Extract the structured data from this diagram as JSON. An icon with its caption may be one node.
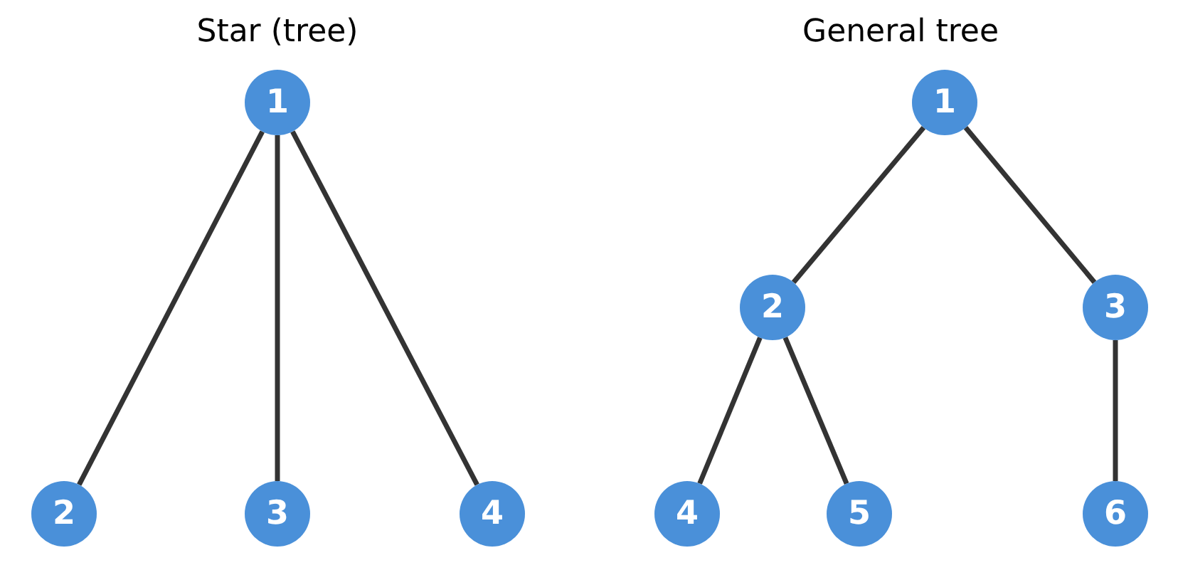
{
  "diagram": {
    "nodes": [
      {
        "text": [
          "1"
        ]
      },
      {
        "text": [
          "2"
        ]
      },
      {
        "text": [
          "3"
        ]
      },
      {
        "text": [
          "4"
        ]
      },
      {
        "text": [
          "1"
        ]
      },
      {
        "text": [
          "2"
        ]
      },
      {
        "text": [
          "3"
        ]
      },
      {
        "text": [
          "4"
        ]
      },
      {
        "text": [
          "5"
        ]
      },
      {
        "text": [
          "6"
        ]
      }
    ],
    "edges": [
      {
        "from": 0,
        "to": 1,
        "arrow": "none"
      },
      {
        "from": 0,
        "to": 2,
        "arrow": "none"
      },
      {
        "from": 0,
        "to": 3,
        "arrow": "none"
      },
      {
        "from": 4,
        "to": 5,
        "arrow": "none"
      },
      {
        "from": 4,
        "to": 6,
        "arrow": "none"
      },
      {
        "from": 5,
        "to": 7,
        "arrow": "none"
      },
      {
        "from": 5,
        "to": 8,
        "arrow": "none"
      },
      {
        "from": 6,
        "to": 9,
        "arrow": "none"
      }
    ],
    "labels": [
      "Star (tree)",
      "General tree"
    ]
  }
}
